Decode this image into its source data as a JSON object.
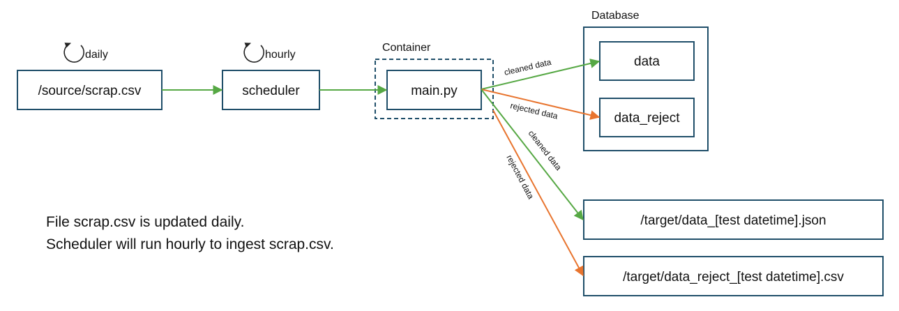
{
  "colors": {
    "node_border": "#1F4E69",
    "green_arrow": "#56A844",
    "orange_arrow": "#E8742E",
    "container_dash": "#1F4E69"
  },
  "nodes": {
    "source": "/source/scrap.csv",
    "scheduler": "scheduler",
    "main": "main.py",
    "db_data": "data",
    "db_reject": "data_reject",
    "target_json": "/target/data_[test datetime].json",
    "target_csv": "/target/data_reject_[test datetime].csv"
  },
  "groups": {
    "container": "Container",
    "database": "Database"
  },
  "cycles": {
    "daily": "daily",
    "hourly": "hourly"
  },
  "edges": {
    "cleaned_to_db": "cleaned data",
    "rejected_to_db": "rejected data",
    "cleaned_to_file": "cleaned data",
    "rejected_to_file": "rejected data"
  },
  "notes": {
    "line1": "File scrap.csv is updated daily.",
    "line2": "Scheduler will run hourly to ingest scrap.csv."
  }
}
